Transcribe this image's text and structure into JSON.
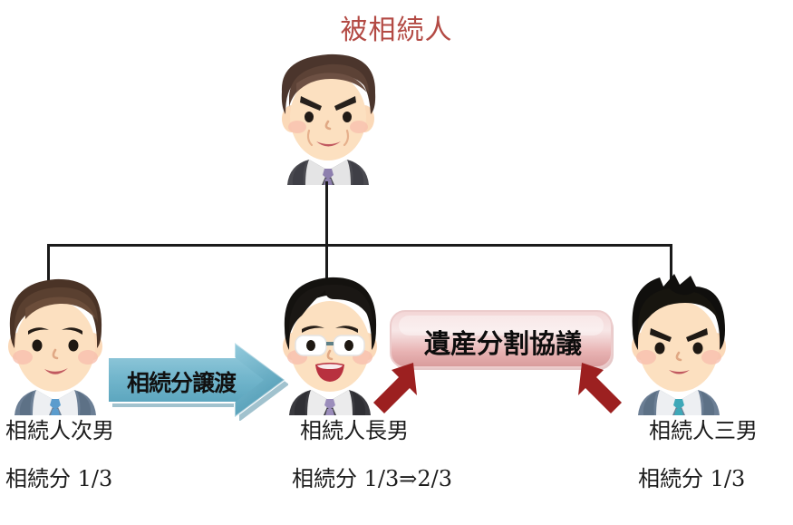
{
  "diagram": {
    "title": "被相続人",
    "title_color": "#b34a44",
    "people": [
      {
        "id": "decedent",
        "role": "decedent",
        "name_label": "被相続人",
        "appearance": "elderly-man-dark-brown-hair-angry-eyebrows-dark-suit-purple-tie"
      },
      {
        "id": "second-son",
        "role": "heir",
        "name_label": "相続人次男",
        "share_label": "相続分 1/3",
        "appearance": "young-man-brown-hair-smiling-blue-grey-suit-blue-tie"
      },
      {
        "id": "eldest-son",
        "role": "heir",
        "name_label": "相続人長男",
        "share_label": "相続分 1/3⇒2/3",
        "appearance": "young-man-black-hair-white-glasses-open-smile-dark-suit-purple-tie"
      },
      {
        "id": "third-son",
        "role": "heir",
        "name_label": "相続人三男",
        "share_label": "相続分 1/3",
        "appearance": "young-man-spiky-black-hair-angry-eyebrows-blue-grey-suit-teal-tie"
      }
    ],
    "transfer_arrow": {
      "label": "相続分譲渡",
      "color": "#5fa9c2",
      "direction": "left-to-right",
      "from": "second-son",
      "to": "eldest-son"
    },
    "agreement_banner": {
      "label": "遺産分割協議",
      "color": "#e9b4b4",
      "participants": [
        "eldest-son",
        "third-son"
      ]
    },
    "pointer_arrows": {
      "color": "#9c2020",
      "count": 2,
      "left_direction": "up-right",
      "right_direction": "up-left"
    },
    "connector": {
      "color": "#1a1a1a",
      "style": "family-tree-bracket"
    }
  }
}
